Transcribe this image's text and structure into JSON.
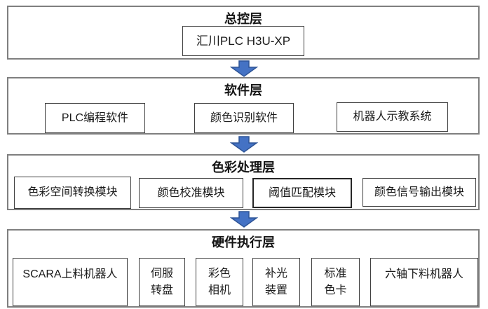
{
  "diagram_title": "",
  "colors": {
    "arrow_fill": "#4472C4",
    "arrow_border": "#2F5597",
    "layer_border": "#7F7F7F",
    "module_border": "#3F3F3F",
    "background": "#FFFFFF"
  },
  "layers": [
    {
      "title": "总控层",
      "modules": [
        {
          "label": "汇川PLC H3U-XP"
        }
      ]
    },
    {
      "title": "软件层",
      "modules": [
        {
          "label": "PLC编程软件"
        },
        {
          "label": "颜色识别软件"
        },
        {
          "label": "机器人示教系统"
        }
      ]
    },
    {
      "title": "色彩处理层",
      "modules": [
        {
          "label": "色彩空间转换模块"
        },
        {
          "label": "颜色校准模块"
        },
        {
          "label": "阈值匹配模块"
        },
        {
          "label": "颜色信号输出模块"
        }
      ]
    },
    {
      "title": "硬件执行层",
      "modules": [
        {
          "label": "SCARA上料机器人"
        },
        {
          "label": "伺服\n转盘"
        },
        {
          "label": "彩色\n相机"
        },
        {
          "label": "补光\n装置"
        },
        {
          "label": "标准\n色卡"
        },
        {
          "label": "六轴下料机器人"
        }
      ]
    }
  ]
}
